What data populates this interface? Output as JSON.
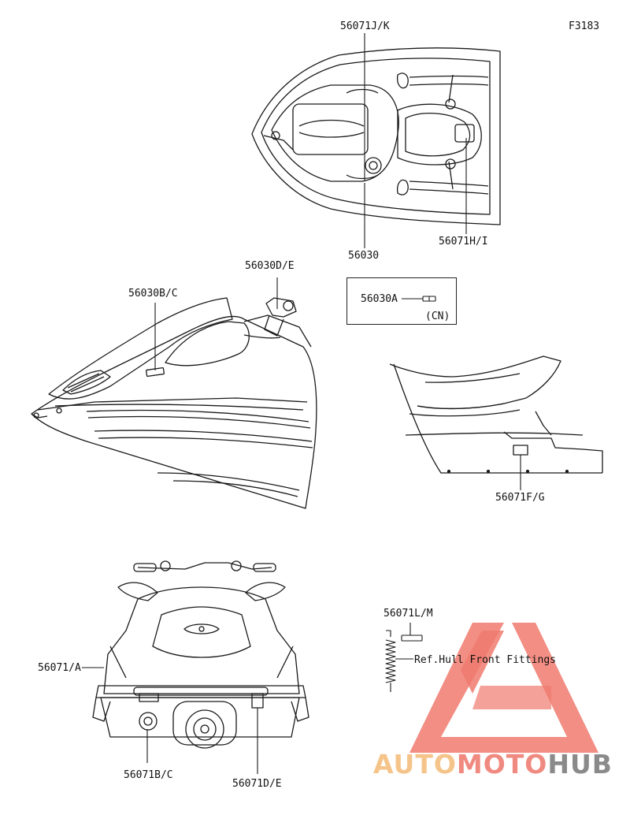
{
  "figure_code": "F3183",
  "parts": {
    "top_jk": "56071J/K",
    "top_center": "56030",
    "top_hi": "56071H/I",
    "side_de": "56030D/E",
    "side_bc": "56030B/C",
    "cn_part": "56030A",
    "cn_region": "(CN)",
    "rear_fg": "56071F/G",
    "front_a": "56071/A",
    "front_bc": "56071B/C",
    "front_de": "56071D/E",
    "label_lm": "56071L/M",
    "ref_note": "Ref.Hull Front Fittings"
  },
  "watermark": {
    "word_auto": "AUTO",
    "word_moto": "MOTO",
    "word_hub": "HUB",
    "colors": {
      "auto": "#f5c48a",
      "moto": "#f08a80",
      "hub": "#8a8a8a",
      "triangle": "#f07a6e"
    }
  }
}
